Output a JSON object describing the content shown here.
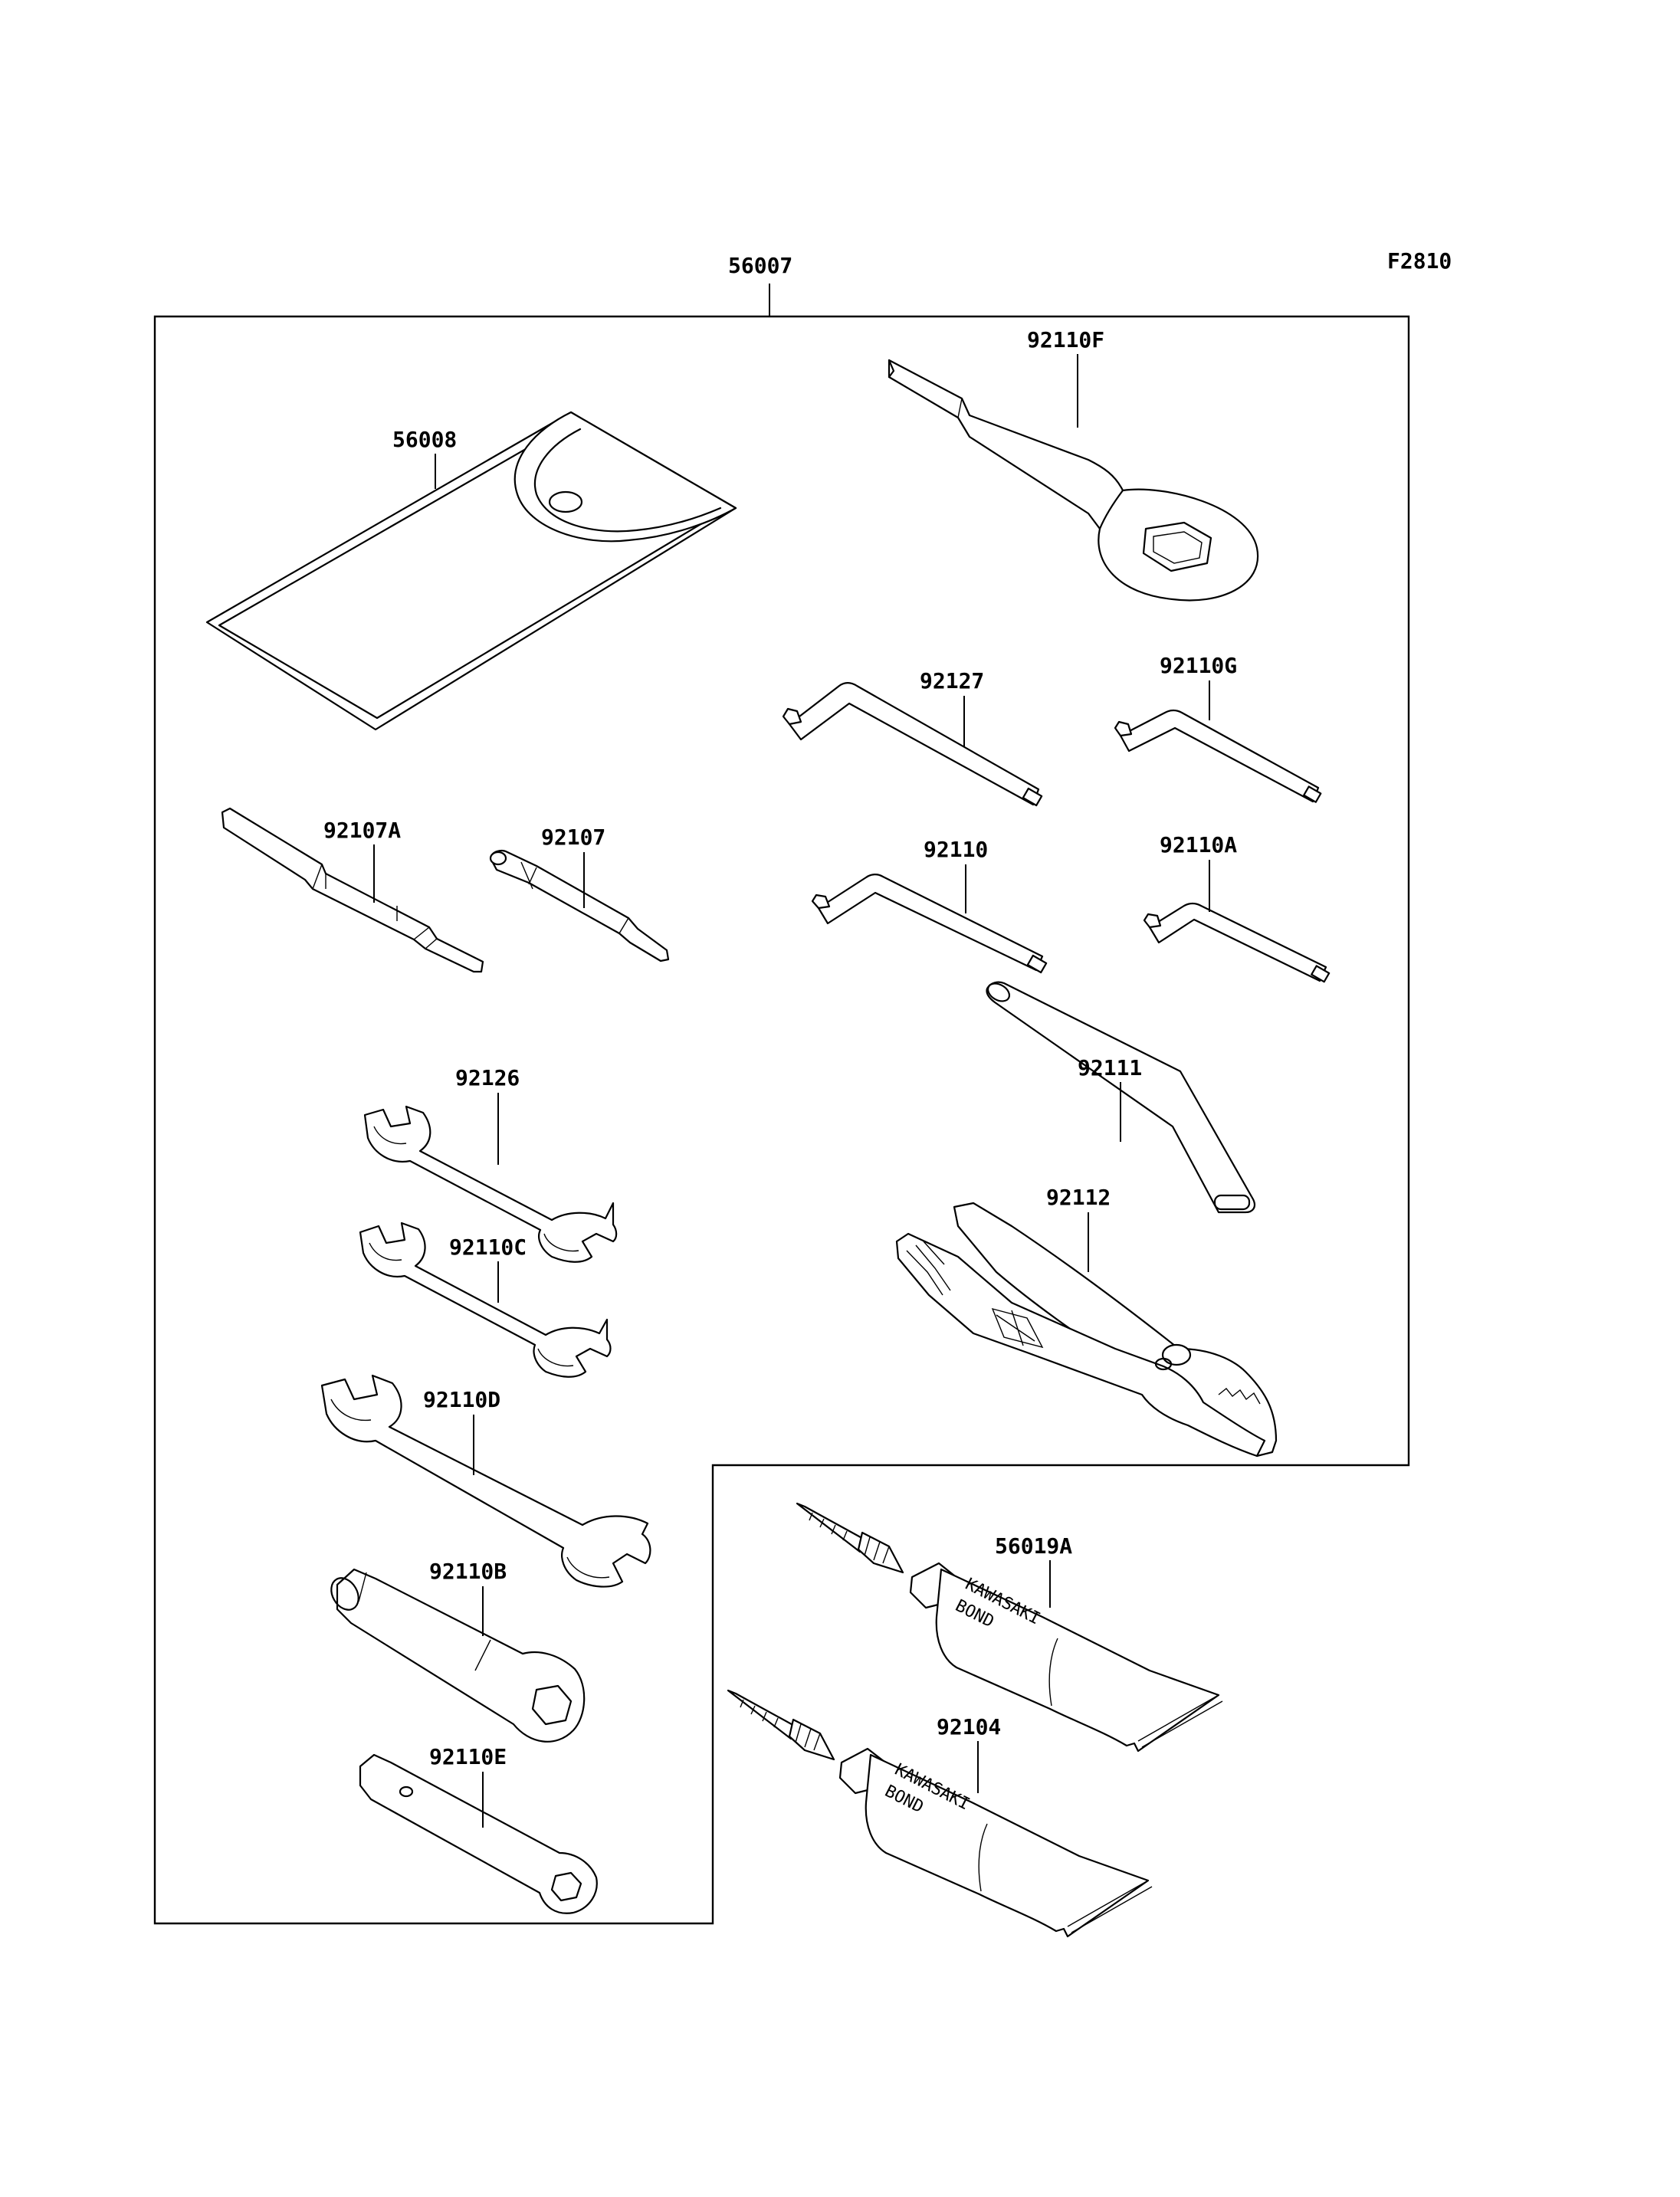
{
  "figure_code": "F2810",
  "assembly": {
    "part": "56007"
  },
  "parts": {
    "p56008": "56008",
    "p92110F": "92110F",
    "p92127": "92127",
    "p92110G": "92110G",
    "p92107A": "92107A",
    "p92107": "92107",
    "p92110": "92110",
    "p92110A": "92110A",
    "p92126": "92126",
    "p92111": "92111",
    "p92112": "92112",
    "p92110C": "92110C",
    "p92110D": "92110D",
    "p92110B": "92110B",
    "p92110E": "92110E",
    "p56019A": "56019A",
    "p92104": "92104"
  },
  "tube_print": {
    "line1": "KAWASAKI",
    "line2": "BOND"
  }
}
